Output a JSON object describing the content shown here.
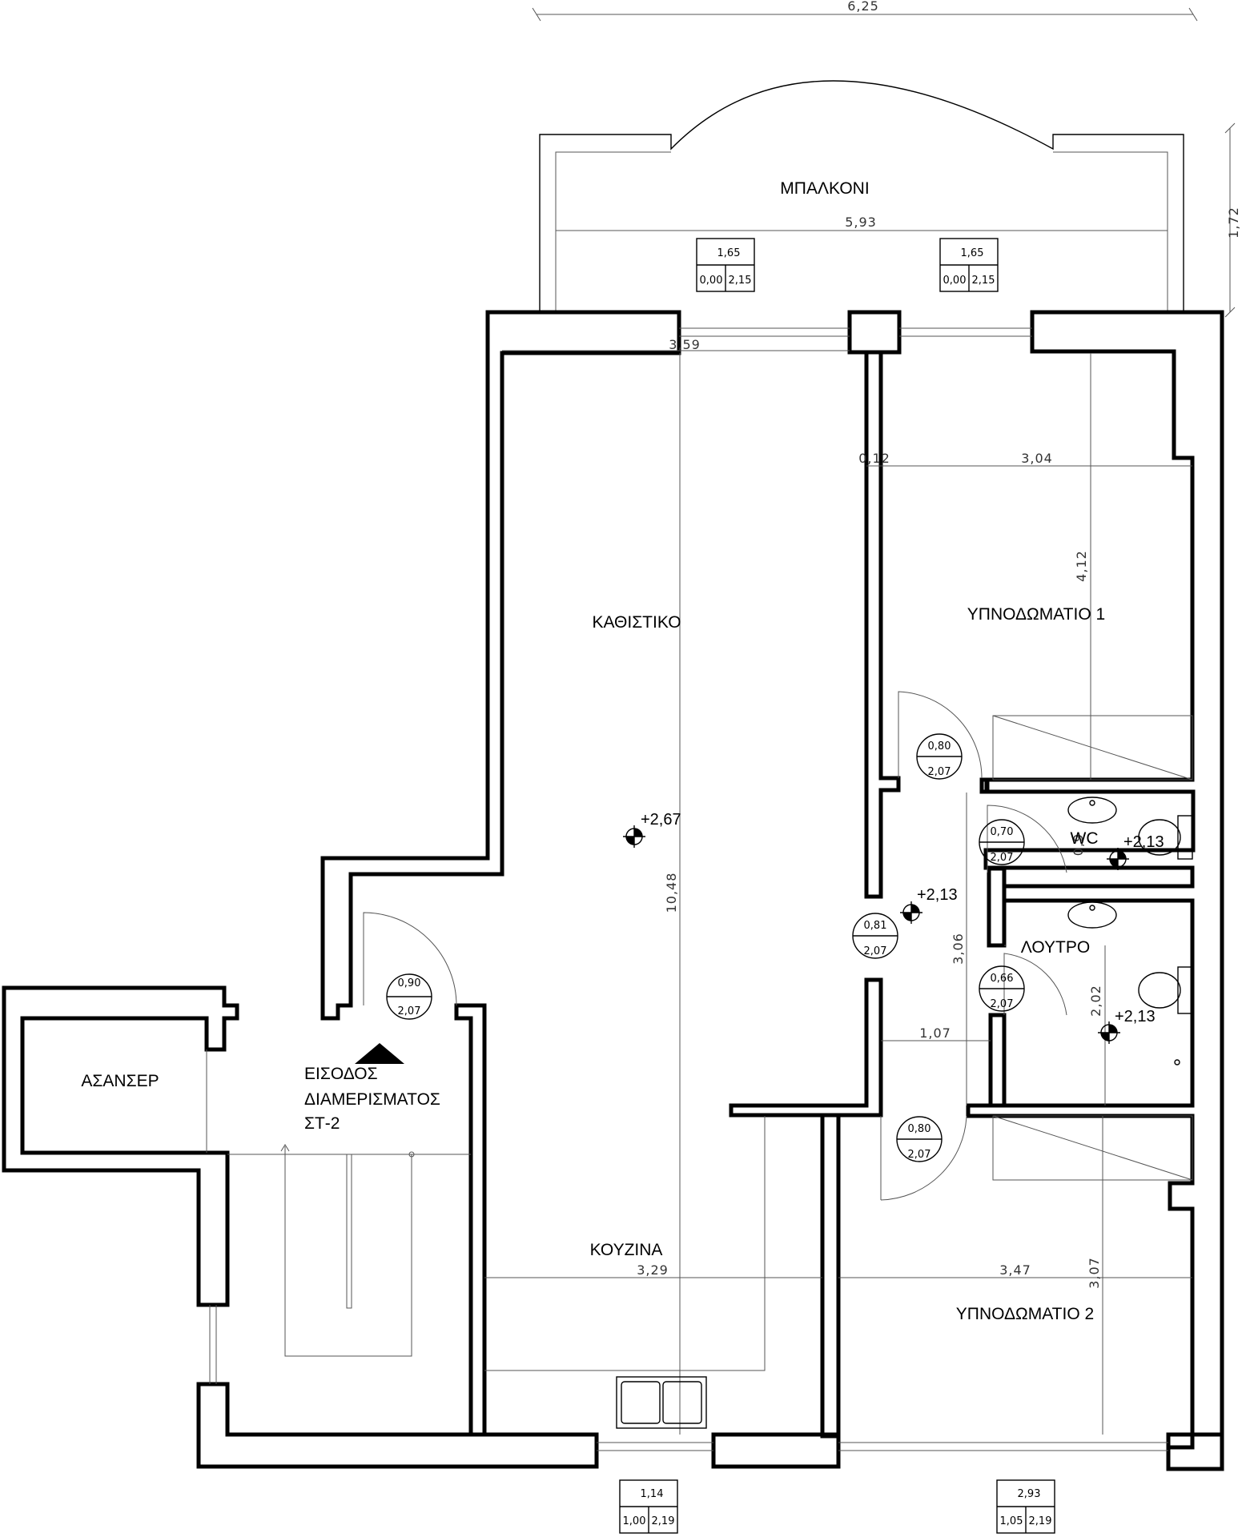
{
  "rooms": {
    "balcony": "ΜΠΑΛΚΟΝΙ",
    "living": "ΚΑΘΙΣΤΙΚΟ",
    "bedroom1": "ΥΠΝΟΔΩΜΑΤΙΟ 1",
    "bedroom2": "ΥΠΝΟΔΩΜΑΤΙΟ 2",
    "wc": "WC",
    "bath": "ΛΟΥΤΡΟ",
    "kitchen": "ΚΟΥΖΙΝΑ",
    "elevator": "ΑΣΑΝΣΕΡ",
    "entrance_line1": "ΕΙΣΟΔΟΣ",
    "entrance_line2": "ΔΙΑΜΕΡΙΣΜΑΤΟΣ",
    "entrance_line3": "ΣΤ-2"
  },
  "dimensions": {
    "overall_width": "6,25",
    "balcony_width": "5,93",
    "balcony_depth": "1,72",
    "living_width": "3,59",
    "living_length": "10,48",
    "wall_thickness": "0,12",
    "bedroom1_width": "3,04",
    "bedroom1_length": "4,12",
    "wc_width": "0,9",
    "hall_length": "3,06",
    "hall_width": "1,07",
    "bath_length": "2,02",
    "kitchen_width": "3,29",
    "bedroom2_width": "3,47",
    "bedroom2_length": "3,07"
  },
  "windows": [
    {
      "width": "1,65",
      "sill": "0,00",
      "height": "2,15"
    },
    {
      "width": "1,65",
      "sill": "0,00",
      "height": "2,15"
    },
    {
      "width": "1,14",
      "sill": "1,00",
      "height": "2,19"
    },
    {
      "width": "2,93",
      "sill": "1,05",
      "height": "2,19"
    }
  ],
  "doors": [
    {
      "width": "0,90",
      "height": "2,07"
    },
    {
      "width": "0,80",
      "height": "2,07"
    },
    {
      "width": "0,70",
      "height": "2,07"
    },
    {
      "width": "0,81",
      "height": "2,07"
    },
    {
      "width": "0,66",
      "height": "2,07"
    },
    {
      "width": "0,80",
      "height": "2,07"
    }
  ],
  "levels": {
    "living": "+2,67",
    "hall": "+2,13",
    "wc": "+2,13",
    "bath": "+2,13"
  }
}
